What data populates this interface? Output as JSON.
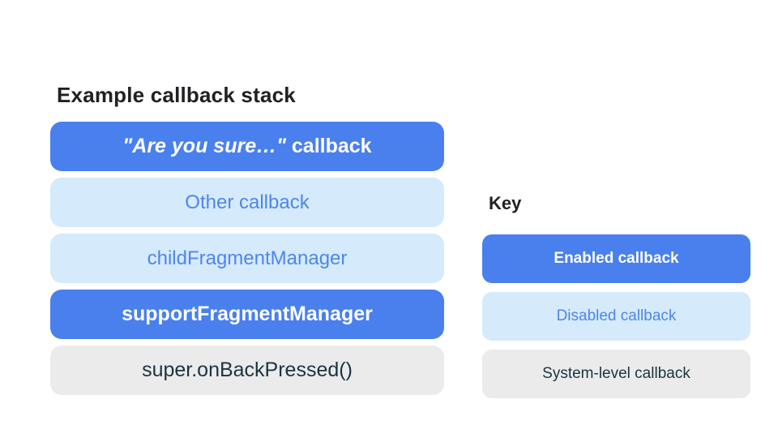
{
  "colors": {
    "page_bg": "#ffffff",
    "heading_text": "#202124",
    "enabled_bg": "#4980ee",
    "enabled_text": "#ffffff",
    "disabled_bg": "#d5eafb",
    "disabled_text": "#4e86ec",
    "system_bg": "#ebebeb",
    "system_text": "#1a3442"
  },
  "stack": {
    "title": "Example callback stack",
    "items": [
      {
        "label_italic": "\"Are you sure…\"",
        "label_rest": " callback",
        "type": "enabled"
      },
      {
        "label": "Other callback",
        "type": "disabled"
      },
      {
        "label": "childFragmentManager",
        "type": "disabled"
      },
      {
        "label": "supportFragmentManager",
        "type": "enabled"
      },
      {
        "label": "super.onBackPressed()",
        "type": "system"
      }
    ]
  },
  "key": {
    "title": "Key",
    "items": [
      {
        "label": "Enabled callback",
        "type": "enabled"
      },
      {
        "label": "Disabled callback",
        "type": "disabled"
      },
      {
        "label": "System-level callback",
        "type": "system"
      }
    ]
  }
}
